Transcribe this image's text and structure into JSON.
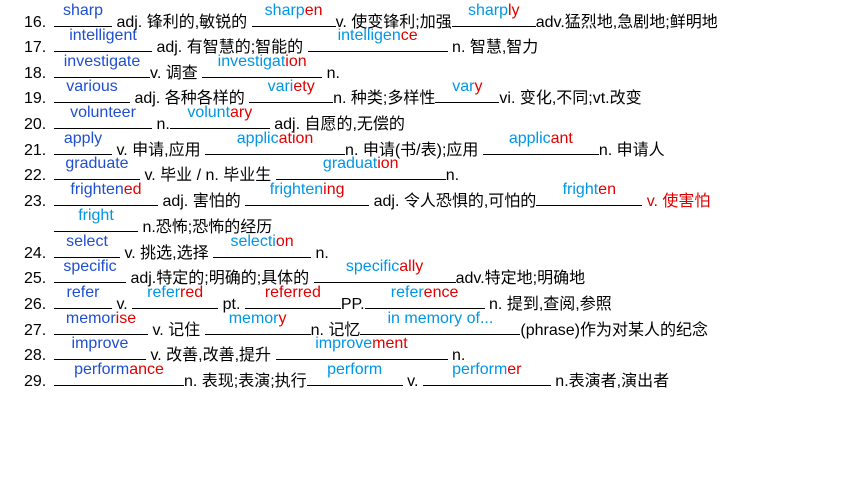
{
  "lines": [
    {
      "num": "16.",
      "items": [
        {
          "ans": [
            {
              "t": "sharp",
              "c": "b"
            }
          ],
          "w": 58
        },
        {
          "text": " adj. 锋利的,敏锐的 "
        },
        {
          "ans": [
            {
              "t": "sharp",
              "c": "c"
            },
            {
              "t": "en",
              "c": "r"
            }
          ],
          "w": 84
        },
        {
          "text": "v. 使变锋利;加强"
        },
        {
          "ans": [
            {
              "t": "sharp",
              "c": "c"
            },
            {
              "t": "ly",
              "c": "r"
            }
          ],
          "w": 84
        },
        {
          "text": "adv.猛烈地,急剧地;鲜明地"
        }
      ]
    },
    {
      "num": "17.",
      "items": [
        {
          "ans": [
            {
              "t": "intelligent",
              "c": "b"
            }
          ],
          "w": 98
        },
        {
          "text": " adj. 有智慧的;智能的 "
        },
        {
          "ans": [
            {
              "t": "intelligen",
              "c": "c"
            },
            {
              "t": "ce",
              "c": "r"
            }
          ],
          "w": 140
        },
        {
          "text": " n. 智慧,智力"
        }
      ]
    },
    {
      "num": "18.",
      "items": [
        {
          "ans": [
            {
              "t": "investigate",
              "c": "b"
            }
          ],
          "w": 96
        },
        {
          "text": "v. 调查 "
        },
        {
          "ans": [
            {
              "t": "investigat",
              "c": "c"
            },
            {
              "t": "ion",
              "c": "r"
            }
          ],
          "w": 120
        },
        {
          "text": " n."
        }
      ]
    },
    {
      "num": "19.",
      "items": [
        {
          "ans": [
            {
              "t": "various",
              "c": "b"
            }
          ],
          "w": 76
        },
        {
          "text": " adj. 各种各样的 "
        },
        {
          "ans": [
            {
              "t": "vari",
              "c": "c"
            },
            {
              "t": "ety",
              "c": "r"
            }
          ],
          "w": 84
        },
        {
          "text": "n. 种类;多样性"
        },
        {
          "ans": [
            {
              "t": "var",
              "c": "c"
            },
            {
              "t": "y",
              "c": "r"
            }
          ],
          "w": 64
        },
        {
          "text": "vi. 变化,不同;vt.改变"
        }
      ]
    },
    {
      "num": "20.",
      "items": [
        {
          "ans": [
            {
              "t": "volunteer",
              "c": "b"
            }
          ],
          "w": 98
        },
        {
          "text": " n."
        },
        {
          "ans": [
            {
              "t": "volunt",
              "c": "c"
            },
            {
              "t": "ary",
              "c": "r"
            }
          ],
          "w": 100
        },
        {
          "text": " adj. 自愿的,无偿的"
        }
      ]
    },
    {
      "num": "21.",
      "items": [
        {
          "ans": [
            {
              "t": "apply",
              "c": "b"
            }
          ],
          "w": 58
        },
        {
          "text": " v. 申请,应用 "
        },
        {
          "ans": [
            {
              "t": "applic",
              "c": "c"
            },
            {
              "t": "ation",
              "c": "r"
            }
          ],
          "w": 140
        },
        {
          "text": "n. 申请(书/表);应用 "
        },
        {
          "ans": [
            {
              "t": "applic",
              "c": "c"
            },
            {
              "t": "ant",
              "c": "r"
            }
          ],
          "w": 116
        },
        {
          "text": "n. 申请人"
        }
      ]
    },
    {
      "num": "22.",
      "items": [
        {
          "ans": [
            {
              "t": "graduate",
              "c": "b"
            }
          ],
          "w": 86
        },
        {
          "text": " v. 毕业 / n. 毕业生 "
        },
        {
          "ans": [
            {
              "t": "graduat",
              "c": "c"
            },
            {
              "t": "ion",
              "c": "r"
            }
          ],
          "w": 170
        },
        {
          "text": "n."
        }
      ]
    },
    {
      "num": "23.",
      "items": [
        {
          "ans": [
            {
              "t": "frighten",
              "c": "b"
            },
            {
              "t": "ed",
              "c": "r"
            }
          ],
          "w": 104
        },
        {
          "text": " adj. 害怕的 "
        },
        {
          "ans": [
            {
              "t": "frighten",
              "c": "c"
            },
            {
              "t": "ing",
              "c": "r"
            }
          ],
          "w": 124
        },
        {
          "text": " adj. 令人恐惧的,可怕的"
        },
        {
          "ans": [
            {
              "t": "fright",
              "c": "c"
            },
            {
              "t": "en",
              "c": "r"
            }
          ],
          "w": 106
        },
        {
          "text": " v. 使害怕",
          "cls": "r"
        }
      ]
    },
    {
      "num": "",
      "items": [
        {
          "ans": [
            {
              "t": "fright",
              "c": "c"
            }
          ],
          "w": 84
        },
        {
          "text": " n.恐怖;恐怖的经历"
        }
      ]
    },
    {
      "num": "24.",
      "items": [
        {
          "ans": [
            {
              "t": "select",
              "c": "b"
            }
          ],
          "w": 66
        },
        {
          "text": " v. 挑选,选择 "
        },
        {
          "ans": [
            {
              "t": "selecti",
              "c": "c"
            },
            {
              "t": "on",
              "c": "r"
            }
          ],
          "w": 98
        },
        {
          "text": " n."
        }
      ]
    },
    {
      "num": "25.",
      "items": [
        {
          "ans": [
            {
              "t": "specific",
              "c": "b"
            }
          ],
          "w": 72
        },
        {
          "text": " adj.特定的;明确的;具体的 "
        },
        {
          "ans": [
            {
              "t": "specific",
              "c": "c"
            },
            {
              "t": "ally",
              "c": "r"
            }
          ],
          "w": 142
        },
        {
          "text": "adv.特定地;明确地"
        }
      ]
    },
    {
      "num": "26.",
      "items": [
        {
          "ans": [
            {
              "t": "refer",
              "c": "b"
            }
          ],
          "w": 58
        },
        {
          "text": " v. "
        },
        {
          "ans": [
            {
              "t": "refer",
              "c": "c"
            },
            {
              "t": "red",
              "c": "r"
            }
          ],
          "w": 86
        },
        {
          "text": " pt. "
        },
        {
          "ans": [
            {
              "t": "referred",
              "c": "r"
            }
          ],
          "w": 96
        },
        {
          "text": "PP."
        },
        {
          "ans": [
            {
              "t": "refer",
              "c": "c"
            },
            {
              "t": "ence",
              "c": "r"
            }
          ],
          "w": 120
        },
        {
          "text": " n. 提到,查阅,参照"
        }
      ]
    },
    {
      "num": "27.",
      "items": [
        {
          "ans": [
            {
              "t": "memor",
              "c": "b"
            },
            {
              "t": "ise",
              "c": "r"
            }
          ],
          "w": 94
        },
        {
          "text": " v. 记住 "
        },
        {
          "ans": [
            {
              "t": "memor",
              "c": "c"
            },
            {
              "t": "y",
              "c": "r"
            }
          ],
          "w": 106
        },
        {
          "text": "n. 记忆"
        },
        {
          "ans": [
            {
              "t": "in memory of...",
              "c": "c"
            }
          ],
          "w": 160
        },
        {
          "text": "(phrase)作为对某人的纪念"
        }
      ]
    },
    {
      "num": "28.",
      "items": [
        {
          "ans": [
            {
              "t": "improve",
              "c": "b"
            }
          ],
          "w": 92
        },
        {
          "text": " v. 改善,改善,提升 "
        },
        {
          "ans": [
            {
              "t": "improve",
              "c": "c"
            },
            {
              "t": "ment",
              "c": "r"
            }
          ],
          "w": 172
        },
        {
          "text": " n."
        }
      ]
    },
    {
      "num": "29.",
      "items": [
        {
          "ans": [
            {
              "t": "perform",
              "c": "b"
            },
            {
              "t": "ance",
              "c": "r"
            }
          ],
          "w": 130
        },
        {
          "text": "n. 表现;表演;执行"
        },
        {
          "ans": [
            {
              "t": "perform",
              "c": "c"
            }
          ],
          "w": 96
        },
        {
          "text": " v. "
        },
        {
          "ans": [
            {
              "t": "perform",
              "c": "c"
            },
            {
              "t": "er",
              "c": "r"
            }
          ],
          "w": 128
        },
        {
          "text": " n.表演者,演出者"
        }
      ]
    }
  ]
}
